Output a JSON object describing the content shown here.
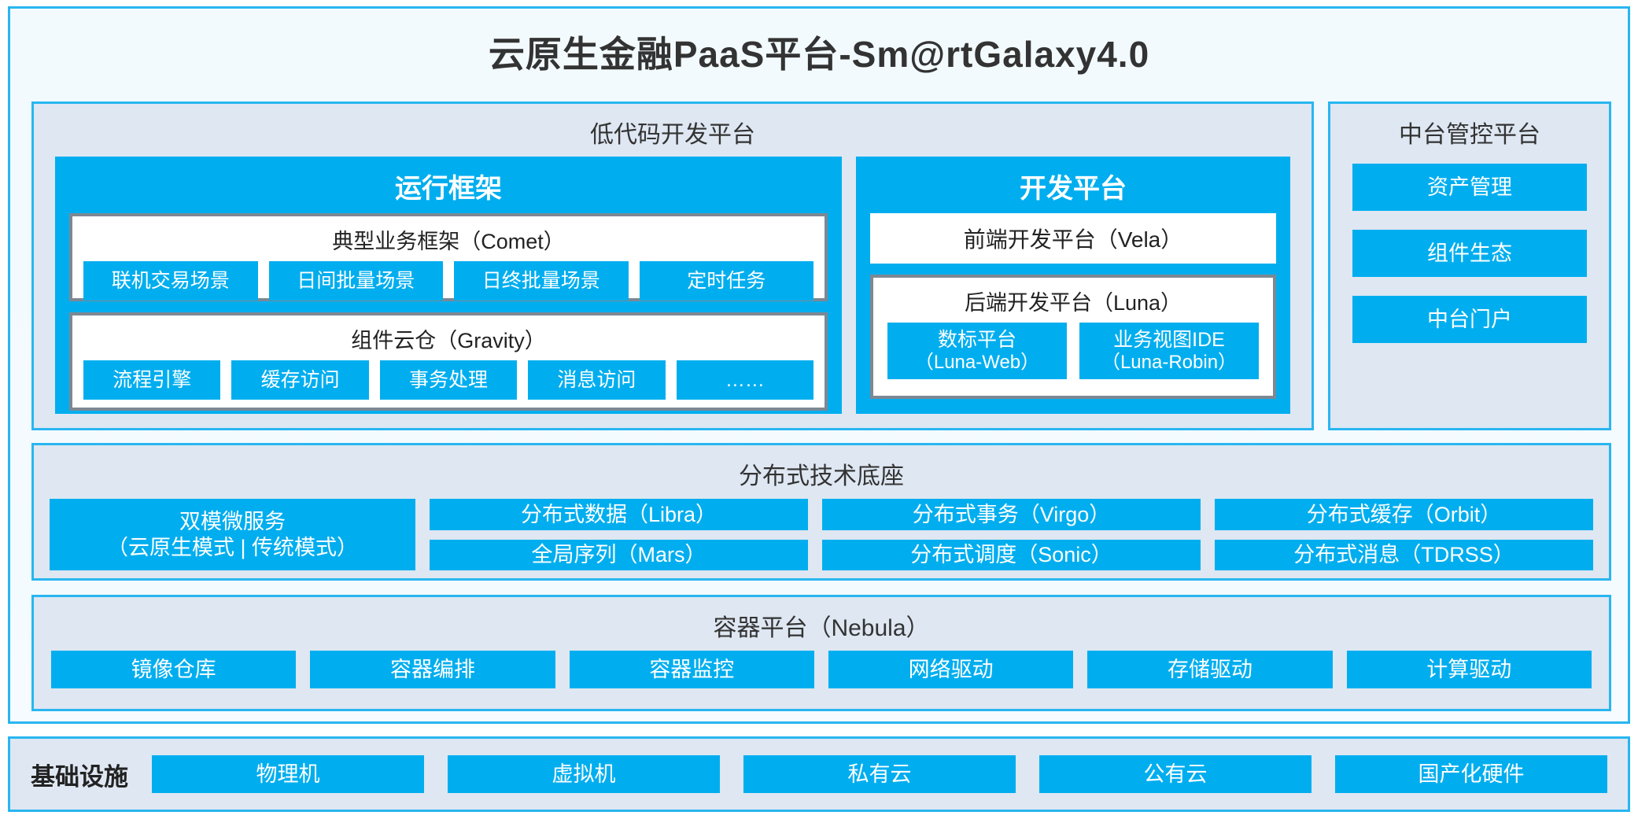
{
  "colors": {
    "accent_blue": "#00AEEF",
    "panel_border": "#29B6F0",
    "panel_bg": "#DEE7F2",
    "inner_border": "#7D8893",
    "frame_bg": "#F4FBFE"
  },
  "app_title": "云原生金融PaaS平台-Sm@rtGalaxy4.0",
  "lowcode": {
    "title": "低代码开发平台",
    "runtime": {
      "title": "运行框架",
      "comet": {
        "title": "典型业务框架（Comet）",
        "items": [
          "联机交易场景",
          "日间批量场景",
          "日终批量场景",
          "定时任务"
        ]
      },
      "gravity": {
        "title": "组件云仓（Gravity）",
        "items": [
          "流程引擎",
          "缓存访问",
          "事务处理",
          "消息访问",
          "……"
        ]
      }
    },
    "devplatform": {
      "title": "开发平台",
      "vela": "前端开发平台（Vela）",
      "luna": {
        "title": "后端开发平台（Luna）",
        "items": [
          {
            "name": "数标平台",
            "sub": "（Luna-Web）"
          },
          {
            "name": "业务视图IDE",
            "sub": "（Luna-Robin）"
          }
        ]
      }
    }
  },
  "midplatform": {
    "title": "中台管控平台",
    "items": [
      "资产管理",
      "组件生态",
      "中台门户"
    ]
  },
  "distributed": {
    "title": "分布式技术底座",
    "wide": {
      "name": "双模微服务",
      "sub": "（云原生模式 | 传统模式）"
    },
    "groups": [
      [
        "分布式数据（Libra）",
        "全局序列（Mars）"
      ],
      [
        "分布式事务（Virgo）",
        "分布式调度（Sonic）"
      ],
      [
        "分布式缓存（Orbit）",
        "分布式消息（TDRSS）"
      ]
    ]
  },
  "container": {
    "title": "容器平台（Nebula）",
    "items": [
      "镜像仓库",
      "容器编排",
      "容器监控",
      "网络驱动",
      "存储驱动",
      "计算驱动"
    ]
  },
  "infrastructure": {
    "label": "基础设施",
    "items": [
      "物理机",
      "虚拟机",
      "私有云",
      "公有云",
      "国产化硬件"
    ]
  }
}
